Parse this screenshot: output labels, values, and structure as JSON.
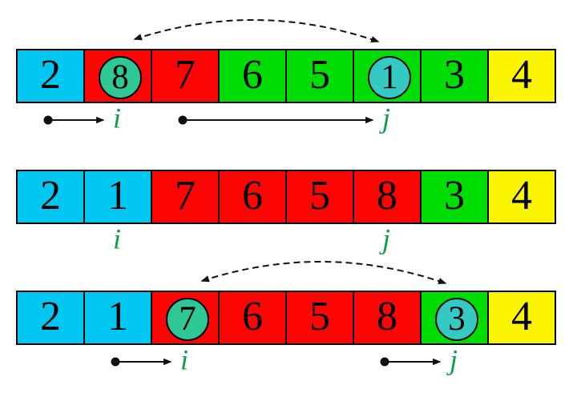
{
  "colors": {
    "cyan": "#00c6f2",
    "red": "#fb0505",
    "green": "#00dd04",
    "yellow": "#faf400",
    "circle_green": "#2fc793",
    "circle_teal": "#34c9c2",
    "label_green": "#0d9e49",
    "line_black": "#111111",
    "border_black": "#000000"
  },
  "rows": [
    {
      "name": "array-step-1",
      "cells": [
        {
          "value": "2",
          "color": "cyan"
        },
        {
          "value": "8",
          "color": "red",
          "circle": "circle_green"
        },
        {
          "value": "7",
          "color": "red"
        },
        {
          "value": "6",
          "color": "green"
        },
        {
          "value": "5",
          "color": "green"
        },
        {
          "value": "1",
          "color": "green",
          "circle": "circle_teal"
        },
        {
          "value": "3",
          "color": "green"
        },
        {
          "value": "4",
          "color": "yellow"
        }
      ],
      "swap_arc": {
        "from_cell": 1,
        "to_cell": 5
      },
      "pointers": [
        {
          "label": "i",
          "arrow": true,
          "from_cell": 0,
          "to_cell": 1
        },
        {
          "label": "j",
          "arrow": true,
          "from_cell": 2,
          "to_cell": 5
        }
      ]
    },
    {
      "name": "array-step-2",
      "cells": [
        {
          "value": "2",
          "color": "cyan"
        },
        {
          "value": "1",
          "color": "cyan"
        },
        {
          "value": "7",
          "color": "red"
        },
        {
          "value": "6",
          "color": "red"
        },
        {
          "value": "5",
          "color": "red"
        },
        {
          "value": "8",
          "color": "red"
        },
        {
          "value": "3",
          "color": "green"
        },
        {
          "value": "4",
          "color": "yellow"
        }
      ],
      "swap_arc": null,
      "pointers": [
        {
          "label": "i",
          "arrow": false,
          "to_cell": 1
        },
        {
          "label": "j",
          "arrow": false,
          "to_cell": 5
        }
      ]
    },
    {
      "name": "array-step-3",
      "cells": [
        {
          "value": "2",
          "color": "cyan"
        },
        {
          "value": "1",
          "color": "cyan"
        },
        {
          "value": "7",
          "color": "red",
          "circle": "circle_green"
        },
        {
          "value": "6",
          "color": "red"
        },
        {
          "value": "5",
          "color": "red"
        },
        {
          "value": "8",
          "color": "red"
        },
        {
          "value": "3",
          "color": "green",
          "circle": "circle_teal"
        },
        {
          "value": "4",
          "color": "yellow"
        }
      ],
      "swap_arc": {
        "from_cell": 2,
        "to_cell": 6
      },
      "pointers": [
        {
          "label": "i",
          "arrow": true,
          "from_cell": 1,
          "to_cell": 2
        },
        {
          "label": "j",
          "arrow": true,
          "from_cell": 5,
          "to_cell": 6
        }
      ]
    }
  ]
}
